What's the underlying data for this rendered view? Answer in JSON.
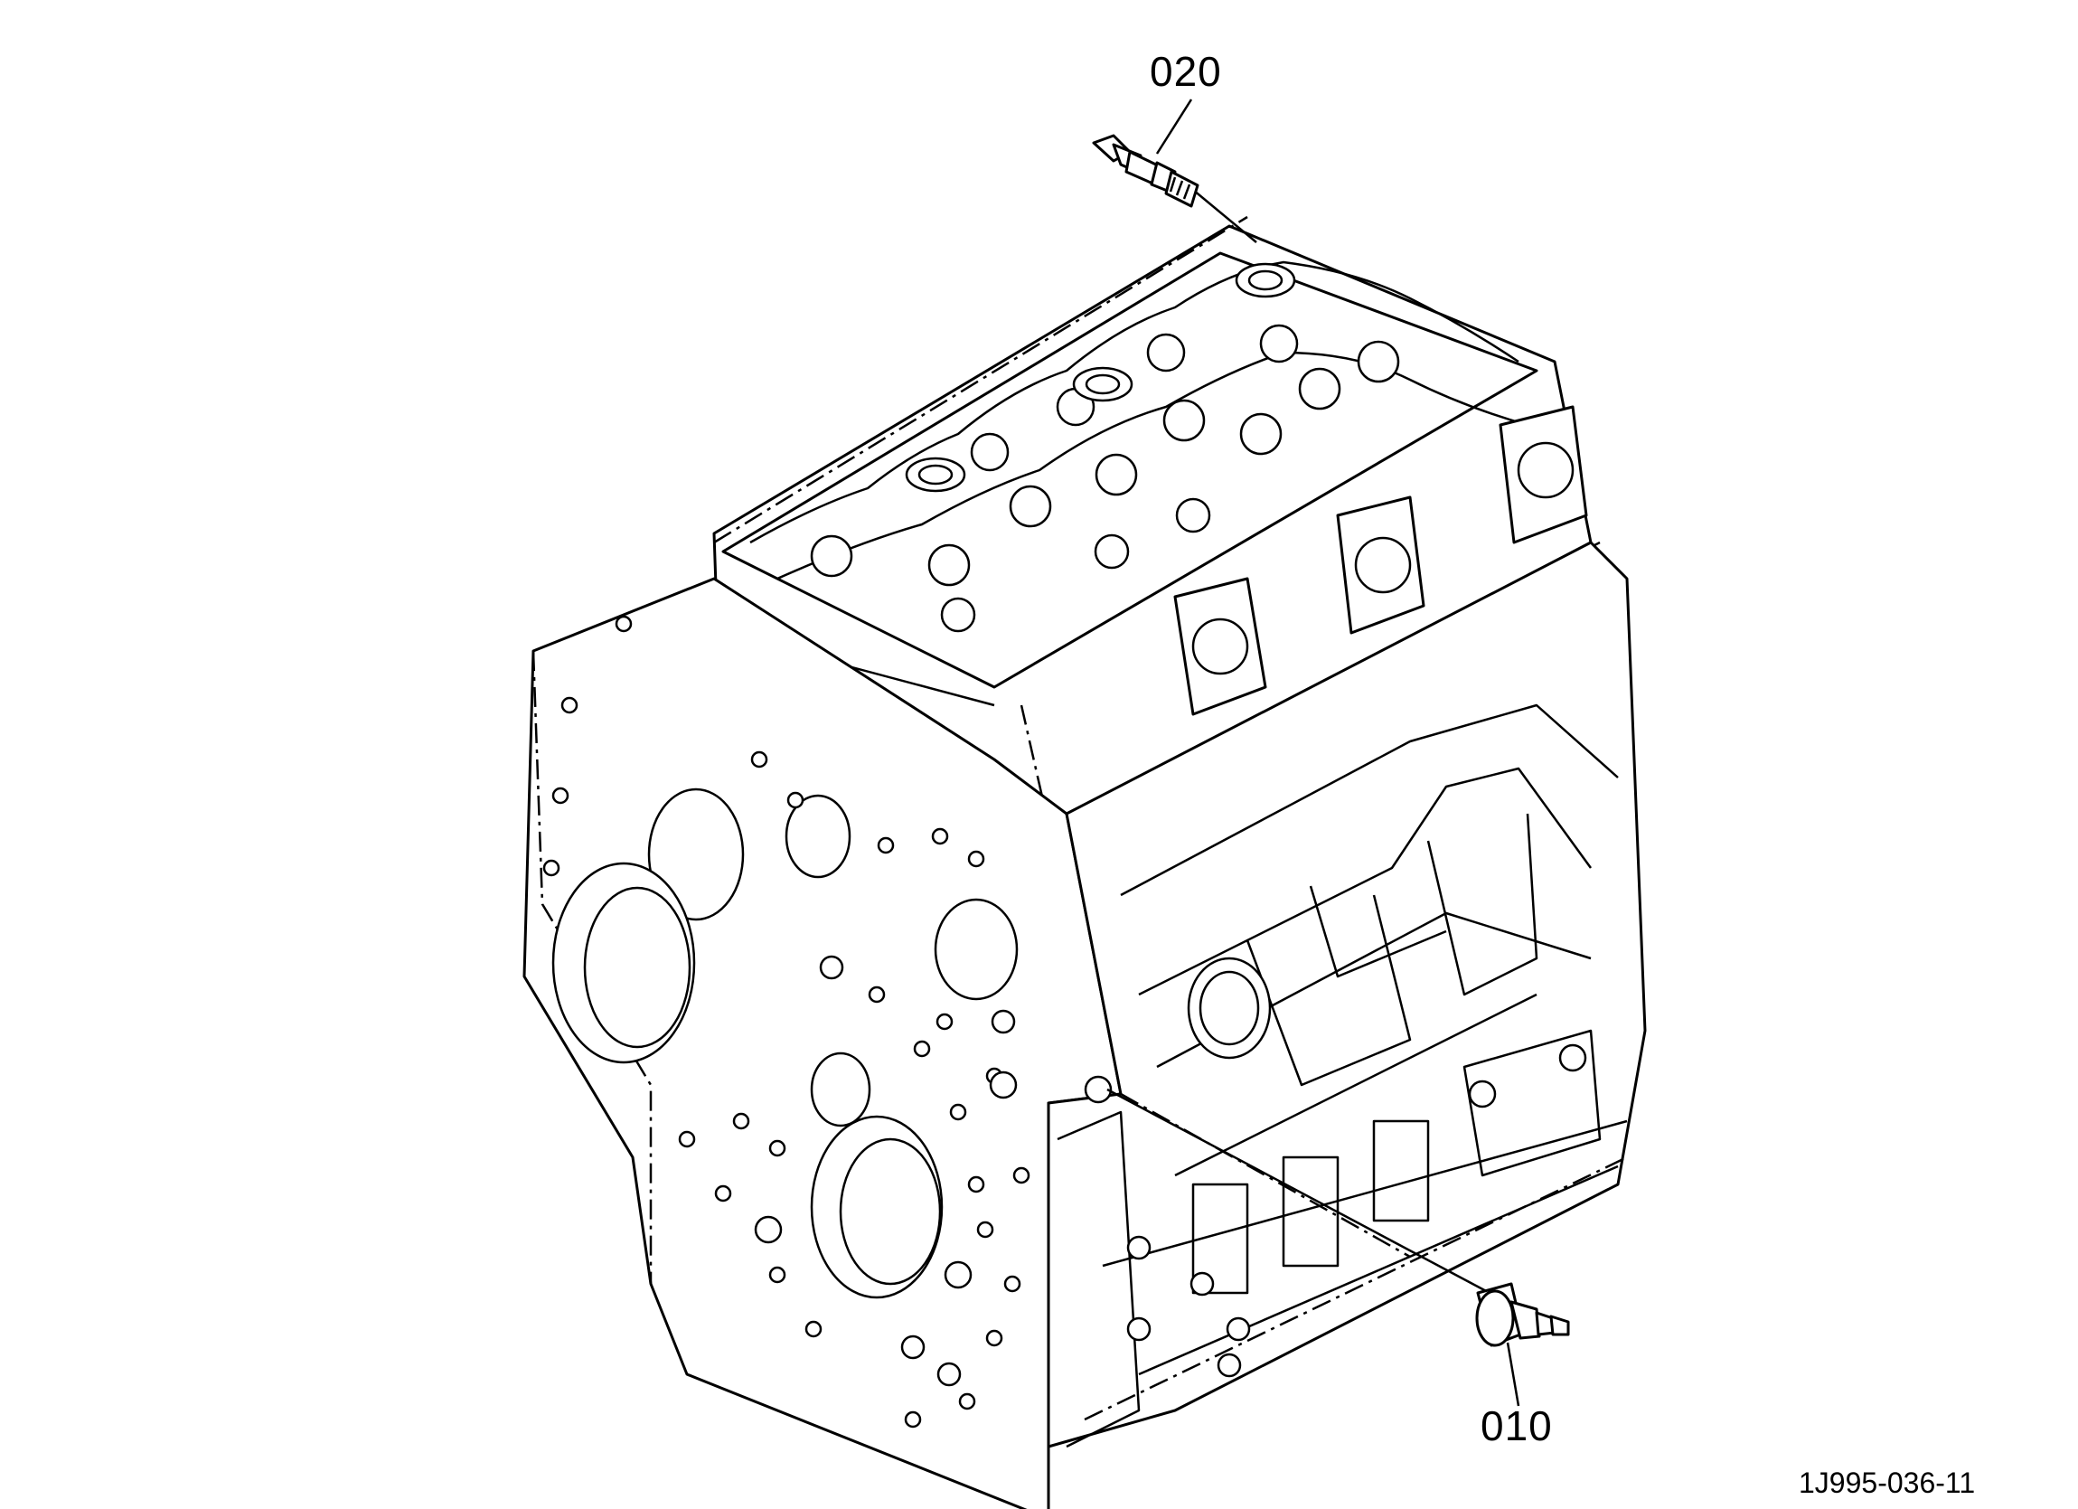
{
  "diagram": {
    "parts": [
      {
        "callout": "020",
        "icon": "water-temperature-sensor-icon"
      },
      {
        "callout": "010",
        "icon": "oil-pressure-switch-icon"
      }
    ],
    "figure_id": "1J995-036-11"
  }
}
